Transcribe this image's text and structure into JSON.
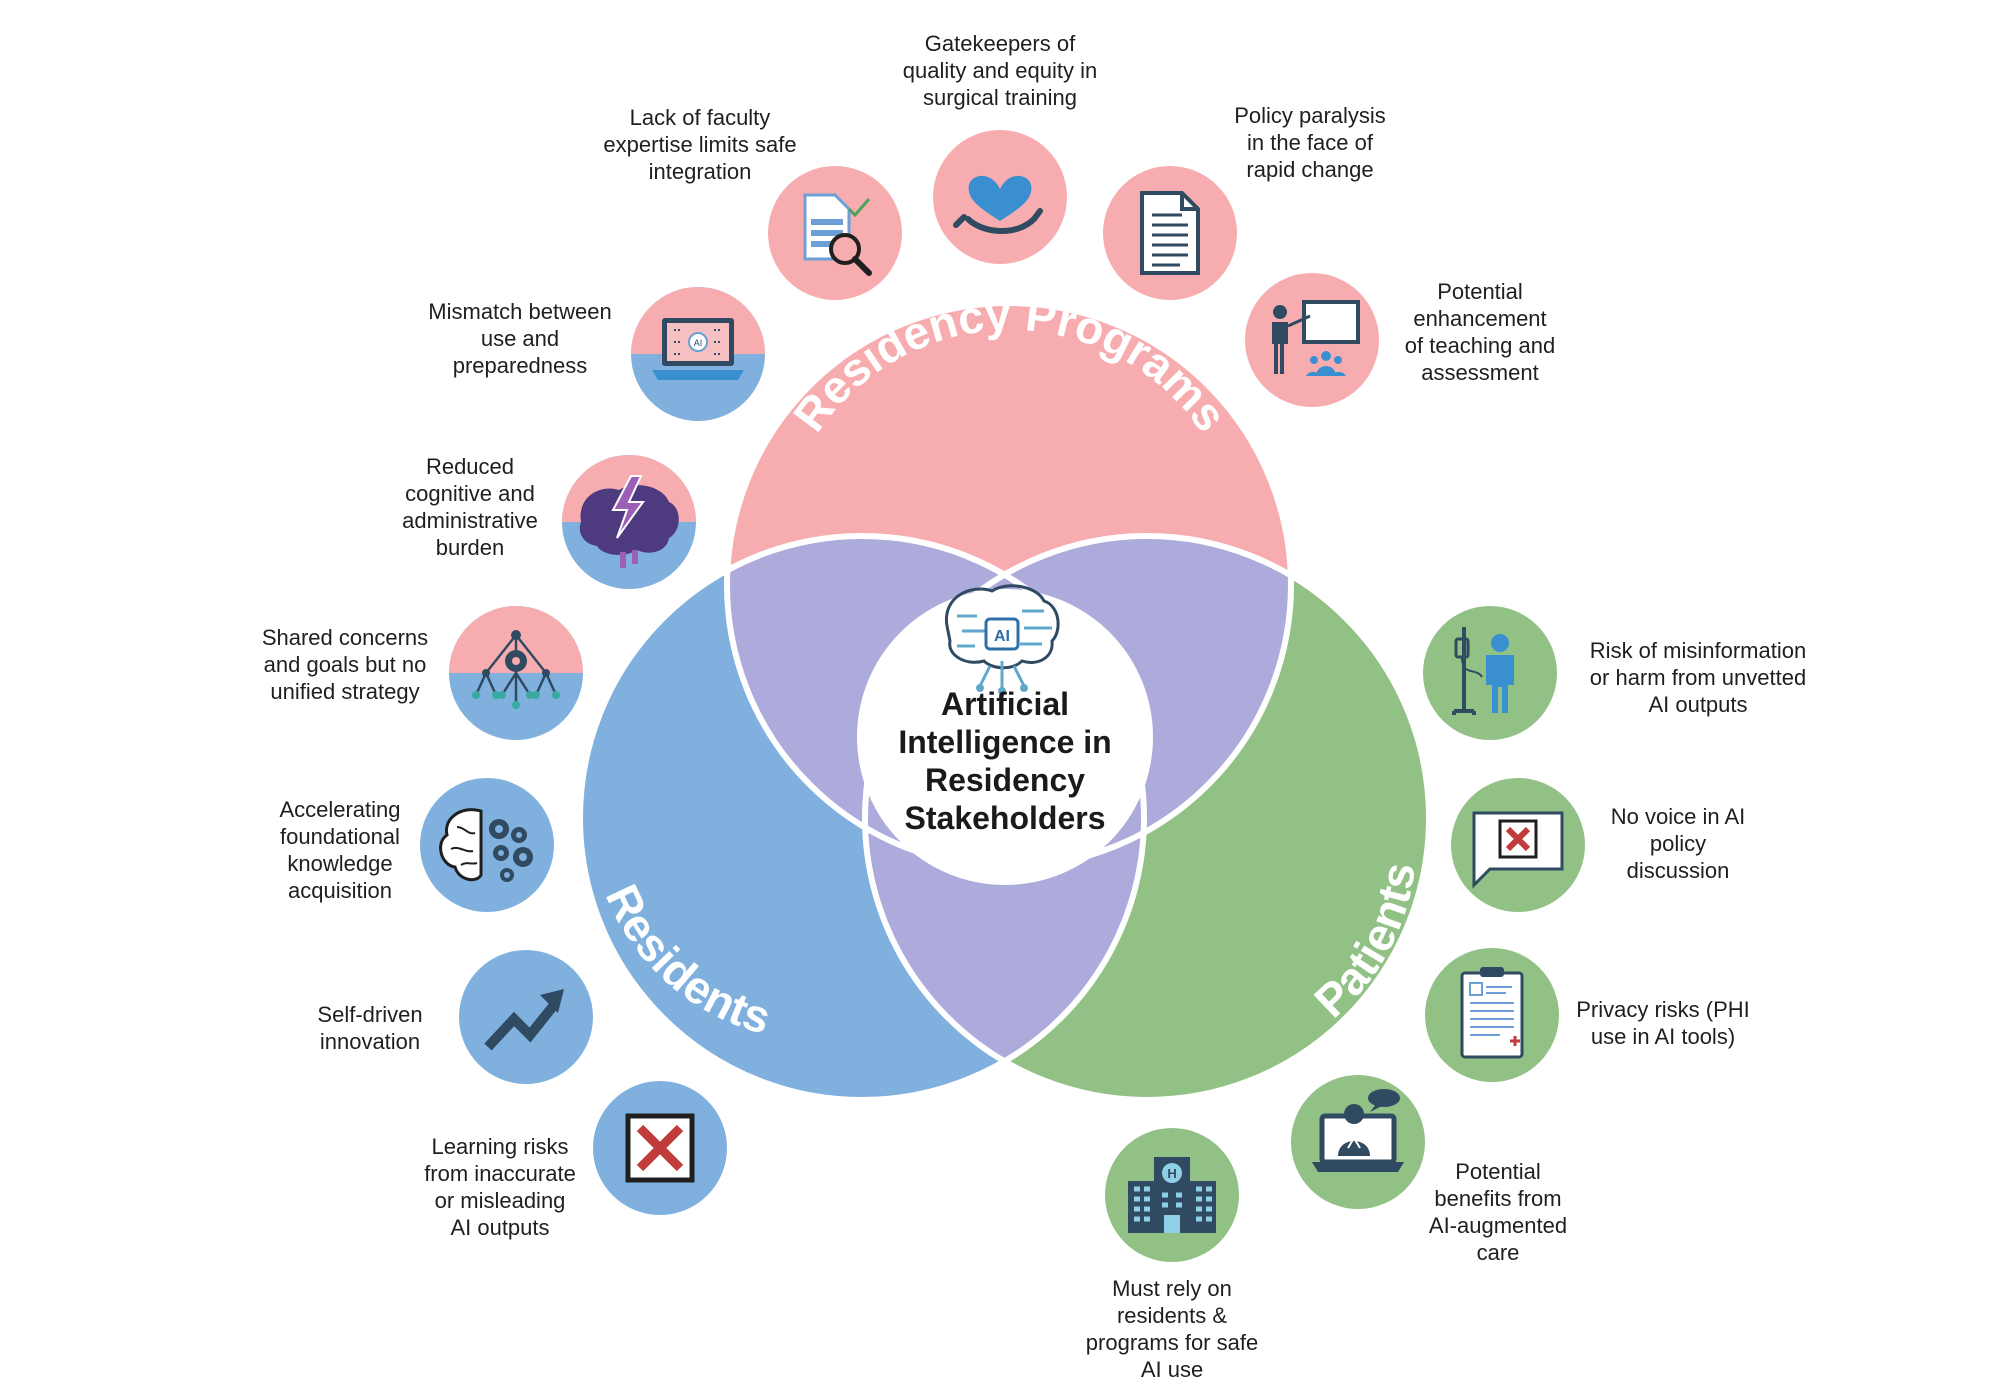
{
  "center": {
    "title": "Artificial\nIntelligence in\nResidency\nStakeholders",
    "icon": "ai-brain-icon"
  },
  "colors": {
    "programs": "#f7adb0",
    "residents": "#7fb0de",
    "patients": "#92c185",
    "overlap": "#adaadc",
    "dark": "#2f4a61"
  },
  "groups": {
    "programs": {
      "name": "Residency Programs"
    },
    "residents": {
      "name": "Residents"
    },
    "patients": {
      "name": "Patients"
    }
  },
  "items": [
    {
      "text": "Gatekeepers of\nquality and equity in\nsurgical training",
      "icon": "heart-hand-icon"
    },
    {
      "text": "Lack of faculty\nexpertise limits safe\nintegration",
      "icon": "document-search-icon"
    },
    {
      "text": "Policy paralysis\nin the face of\nrapid change",
      "icon": "document-icon"
    },
    {
      "text": "Potential\nenhancement\nof teaching and\nassessment",
      "icon": "teacher-board-icon"
    },
    {
      "text": "Mismatch between\nuse and\npreparedness",
      "icon": "ai-laptop-icon"
    },
    {
      "text": "Reduced\ncognitive and\nadministrative\nburden",
      "icon": "brain-lightning-icon"
    },
    {
      "text": "Shared concerns\nand goals but no\nunified strategy",
      "icon": "network-gear-icon"
    },
    {
      "text": "Accelerating\nfoundational\nknowledge\nacquisition",
      "icon": "brain-gears-icon"
    },
    {
      "text": "Self-driven\ninnovation",
      "icon": "trend-up-icon"
    },
    {
      "text": "Learning risks\nfrom inaccurate\nor misleading\nAI outputs",
      "icon": "error-box-icon"
    },
    {
      "text": "Risk of misinformation\nor harm from unvetted\nAI outputs",
      "icon": "patient-iv-icon"
    },
    {
      "text": "No voice in AI\npolicy\ndiscussion",
      "icon": "speech-x-icon"
    },
    {
      "text": "Privacy risks (PHI\nuse in AI tools)",
      "icon": "clipboard-icon"
    },
    {
      "text": "Potential\nbenefits from\nAI-augmented\ncare",
      "icon": "telehealth-icon"
    },
    {
      "text": "Must rely on\nresidents &\nprograms for safe\nAI use",
      "icon": "hospital-icon"
    }
  ]
}
